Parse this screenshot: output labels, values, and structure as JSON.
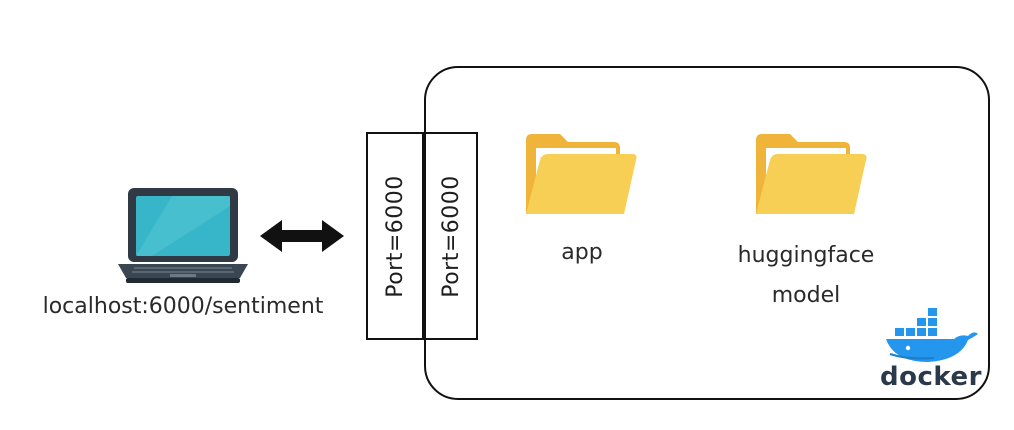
{
  "client": {
    "address": "localhost:6000/sentiment"
  },
  "ports": {
    "host_port": "Port=6000",
    "container_port": "Port=6000"
  },
  "container": {
    "items": [
      {
        "label": "app",
        "icon": "folder-icon"
      },
      {
        "label": "huggingface model",
        "icon": "folder-icon"
      }
    ],
    "brand": "docker"
  },
  "colors": {
    "laptop_screen": "#36b6c8",
    "laptop_body": "#2f3a44",
    "folder": "#f5c542",
    "docker_blue": "#2496ed"
  }
}
